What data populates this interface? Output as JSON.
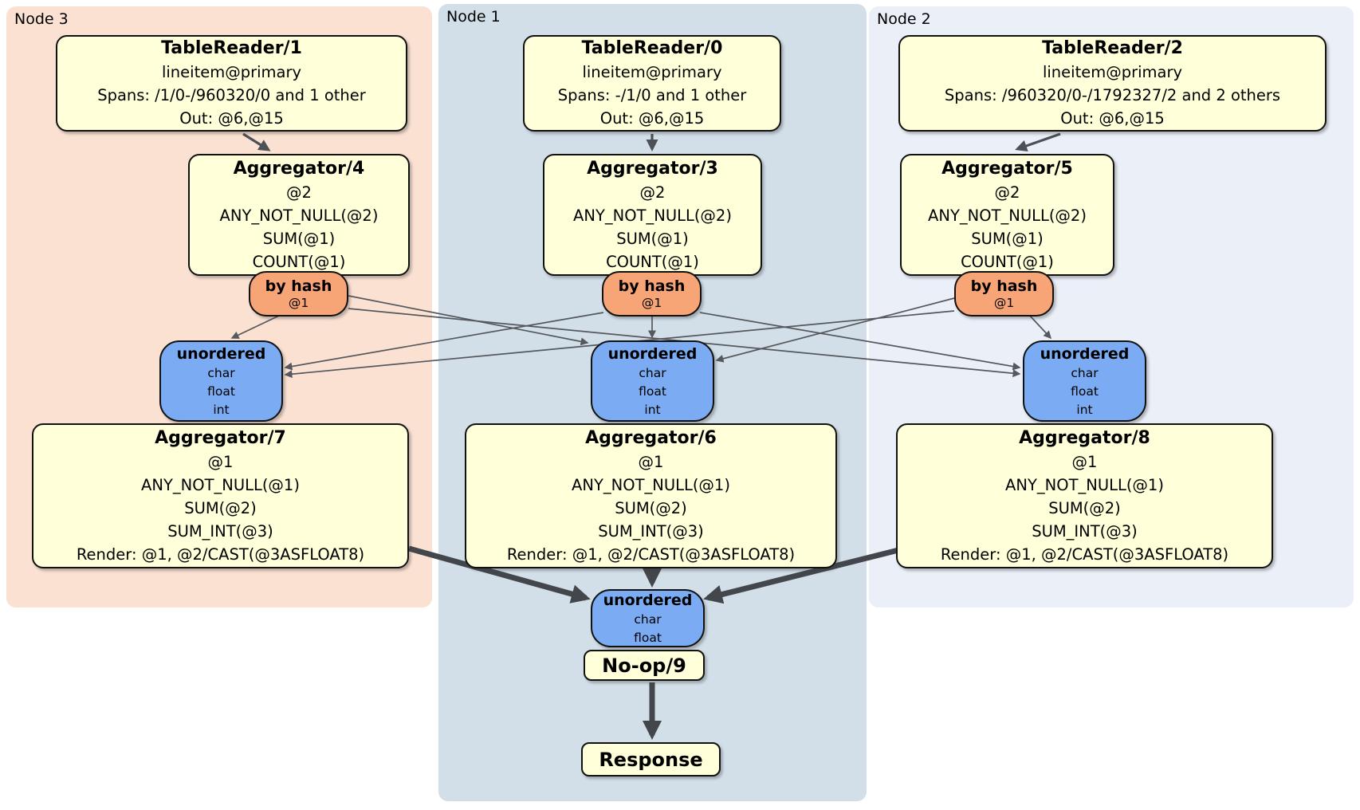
{
  "colors": {
    "canvas_bg": "#ffffff",
    "node3_region": "#fbe1d2",
    "node1_region": "#d2dfe9",
    "node2_region": "#eaeff8",
    "processor_fill": "#ffffd9",
    "router_fill": "#f7a477",
    "sync_fill": "#7babf2",
    "box_border": "#111111",
    "edge_thin": "#55585c",
    "edge_med": "#4d5156",
    "edge_thick": "#43474b"
  },
  "regions": [
    {
      "label": "Node 3"
    },
    {
      "label": "Node 1"
    },
    {
      "label": "Node 2"
    }
  ],
  "nodes": {
    "tr1": {
      "title": "TableReader/1",
      "lines": [
        "lineitem@primary",
        "Spans: /1/0-/960320/0 and 1 other",
        "Out: @6,@15"
      ]
    },
    "tr0": {
      "title": "TableReader/0",
      "lines": [
        "lineitem@primary",
        "Spans: -/1/0 and 1 other",
        "Out: @6,@15"
      ]
    },
    "tr2": {
      "title": "TableReader/2",
      "lines": [
        "lineitem@primary",
        "Spans: /960320/0-/1792327/2 and 2 others",
        "Out: @6,@15"
      ]
    },
    "agg4": {
      "title": "Aggregator/4",
      "lines": [
        "@2",
        "ANY_NOT_NULL(@2)",
        "SUM(@1)",
        "COUNT(@1)"
      ]
    },
    "agg3": {
      "title": "Aggregator/3",
      "lines": [
        "@2",
        "ANY_NOT_NULL(@2)",
        "SUM(@1)",
        "COUNT(@1)"
      ]
    },
    "agg5": {
      "title": "Aggregator/5",
      "lines": [
        "@2",
        "ANY_NOT_NULL(@2)",
        "SUM(@1)",
        "COUNT(@1)"
      ]
    },
    "bh3": {
      "title": "by hash",
      "sub": "@1"
    },
    "bh1": {
      "title": "by hash",
      "sub": "@1"
    },
    "bh2": {
      "title": "by hash",
      "sub": "@1"
    },
    "u3": {
      "title": "unordered",
      "lines": [
        "char",
        "float",
        "int"
      ]
    },
    "u1": {
      "title": "unordered",
      "lines": [
        "char",
        "float",
        "int"
      ]
    },
    "u2": {
      "title": "unordered",
      "lines": [
        "char",
        "float",
        "int"
      ]
    },
    "agg7": {
      "title": "Aggregator/7",
      "lines": [
        "@1",
        "ANY_NOT_NULL(@1)",
        "SUM(@2)",
        "SUM_INT(@3)",
        "Render: @1, @2/CAST(@3ASFLOAT8)"
      ]
    },
    "agg6": {
      "title": "Aggregator/6",
      "lines": [
        "@1",
        "ANY_NOT_NULL(@1)",
        "SUM(@2)",
        "SUM_INT(@3)",
        "Render: @1, @2/CAST(@3ASFLOAT8)"
      ]
    },
    "agg8": {
      "title": "Aggregator/8",
      "lines": [
        "@1",
        "ANY_NOT_NULL(@1)",
        "SUM(@2)",
        "SUM_INT(@3)",
        "Render: @1, @2/CAST(@3ASFLOAT8)"
      ]
    },
    "uf": {
      "title": "unordered",
      "lines": [
        "char",
        "float"
      ]
    },
    "noop": {
      "title": "No-op/9"
    },
    "resp": {
      "title": "Response"
    }
  }
}
